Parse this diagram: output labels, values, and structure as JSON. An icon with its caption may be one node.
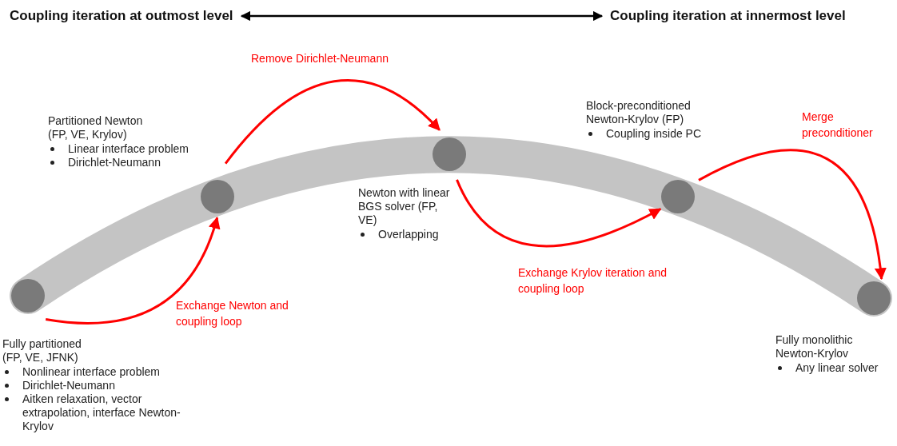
{
  "diagram": {
    "nodes": [
      {
        "text": [
          "Coupling iteration at outmost level"
        ]
      },
      {
        "text": [
          "Coupling iteration at innermost level"
        ]
      },
      {
        "text": [],
        "shape": "circle",
        "beside": [
          "Fully partitioned (FP, VE, JFNK)",
          "Nonlinear interface problem",
          "Dirichlet-Neumann",
          "Aitken relaxation, vector extrapolation, interface Newton-Krylov"
        ]
      },
      {
        "text": [],
        "shape": "circle",
        "beside": [
          "Partitioned Newton (FP, VE, Krylov)",
          "Linear interface problem",
          "Dirichlet-Neumann"
        ]
      },
      {
        "text": [],
        "shape": "circle",
        "beside": [
          "Newton with linear BGS solver (FP, VE)",
          "Overlapping"
        ]
      },
      {
        "text": [],
        "shape": "circle",
        "beside": [
          "Block-preconditioned Newton-Krylov (FP)",
          "Coupling inside PC"
        ]
      },
      {
        "text": [],
        "shape": "circle",
        "beside": [
          "Fully monolithic Newton-Krylov",
          "Any linear solver"
        ]
      }
    ],
    "edges": [
      {
        "from": 0,
        "to": 1,
        "arrow": "both",
        "color": "#000000"
      },
      {
        "from": 2,
        "to": 3,
        "arrow": "to",
        "label": "Exchange Newton and coupling loop",
        "color": "#ff0000"
      },
      {
        "from": 3,
        "to": 4,
        "arrow": "to",
        "label": "Remove Dirichlet-Neumann",
        "color": "#ff0000"
      },
      {
        "from": 4,
        "to": 5,
        "arrow": "to",
        "label": "Exchange Krylov iteration and coupling loop",
        "color": "#ff0000"
      },
      {
        "from": 5,
        "to": 6,
        "arrow": "to",
        "label": "Merge preconditioner",
        "color": "#ff0000"
      }
    ]
  }
}
